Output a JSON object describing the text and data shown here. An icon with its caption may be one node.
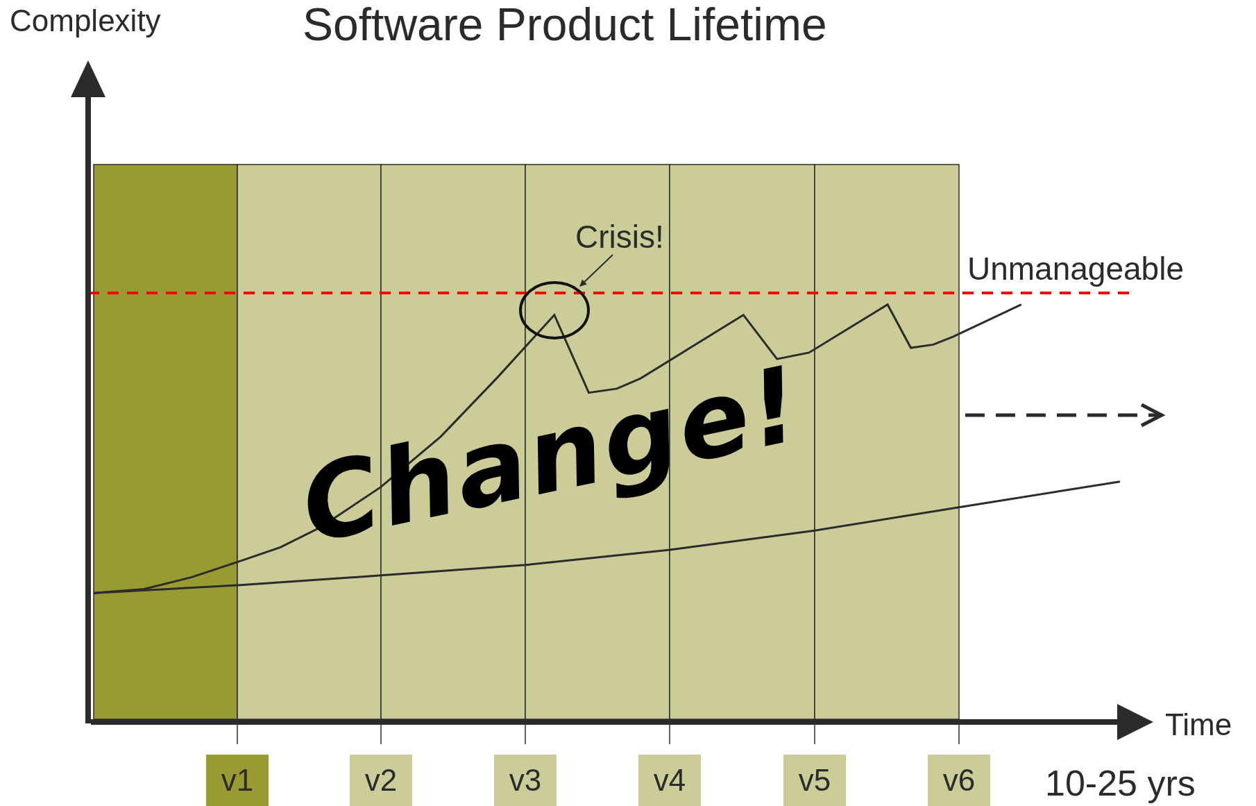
{
  "diagram": {
    "title": "Software Product Lifetime",
    "nodes": [
      {
        "text": [
          "Crisis!"
        ]
      },
      {
        "text": [],
        "shape": "circle"
      },
      {
        "text": [
          "v1"
        ]
      },
      {
        "text": [
          "v2"
        ]
      },
      {
        "text": [
          "v3"
        ]
      },
      {
        "text": [
          "v4"
        ]
      },
      {
        "text": [
          "v5"
        ]
      },
      {
        "text": [
          "v6"
        ]
      }
    ],
    "edges": [
      {
        "from": 0,
        "to": 1,
        "arrow": "to"
      }
    ],
    "labels": [
      "Complexity",
      "Unmanageable",
      "Change!",
      "Time",
      "10-25 yrs"
    ]
  }
}
